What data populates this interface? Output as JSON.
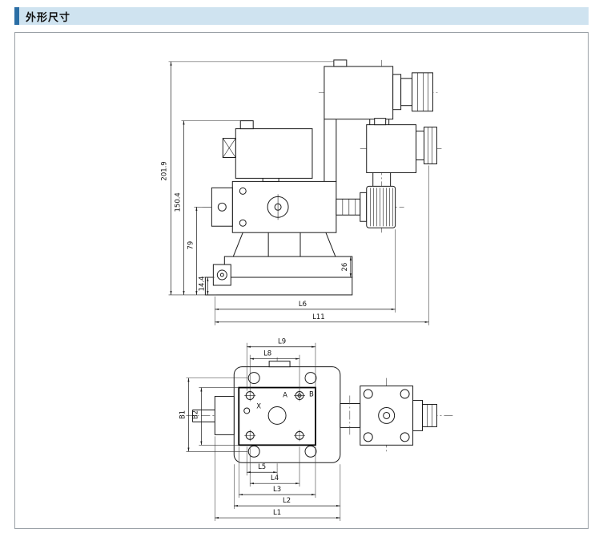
{
  "header": {
    "title": "外形尺寸"
  },
  "colors": {
    "header_bg": "#cfe3f0",
    "header_accent": "#2b6ea5",
    "line": "#1a1a1a"
  },
  "side_view": {
    "dims": {
      "h_total": "201.9",
      "h_150": "150.4",
      "h_79": "79",
      "h_14": "14.4",
      "base_h": "26",
      "l6": "L6",
      "l11": "L11"
    }
  },
  "top_view": {
    "dims": {
      "l9": "L9",
      "l8": "L8",
      "b1": "B1",
      "b2": "B2",
      "l5": "L5",
      "l4": "L4",
      "l3": "L3",
      "l2": "L2",
      "l1": "L1"
    },
    "ports": {
      "x": "X",
      "a": "A",
      "b": "B"
    }
  }
}
